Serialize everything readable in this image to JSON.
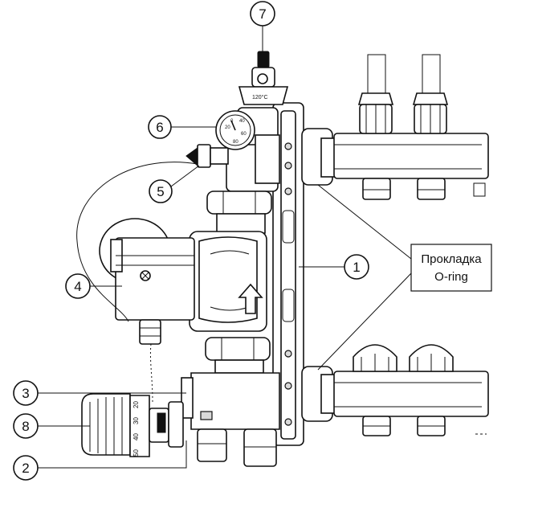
{
  "callouts": [
    {
      "id": "c1",
      "label": "1"
    },
    {
      "id": "c2",
      "label": "2"
    },
    {
      "id": "c3",
      "label": "3"
    },
    {
      "id": "c4",
      "label": "4"
    },
    {
      "id": "c5",
      "label": "5"
    },
    {
      "id": "c6",
      "label": "6"
    },
    {
      "id": "c7",
      "label": "7"
    },
    {
      "id": "c8",
      "label": "8"
    }
  ],
  "oring_box": {
    "line1": "Прокладка",
    "line2": "O-ring"
  },
  "gauge_scale": [
    "0",
    "20",
    "40",
    "60",
    "80"
  ],
  "vent_label": "120°C",
  "thermo_scale": [
    "20",
    "30",
    "40",
    "50"
  ]
}
